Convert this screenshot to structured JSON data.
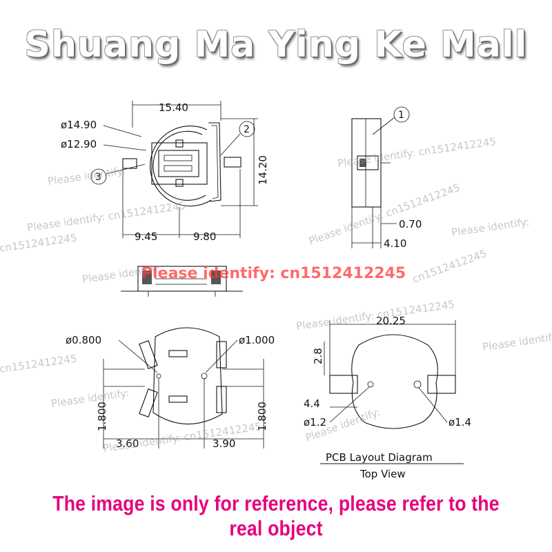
{
  "banner": {
    "title": "Shuang Ma Ying Ke Mall"
  },
  "footer": {
    "notice": "The image is only for reference, please refer to the real object"
  },
  "top_view": {
    "d_outer": "ø14.90",
    "d_inner": "ø12.90",
    "width": "15.40",
    "height": "14.20",
    "left_offset": "9.45",
    "right_offset": "9.80",
    "callout_1": "1",
    "callout_2": "2",
    "callout_3": "3"
  },
  "side_view": {
    "thickness": "0.70",
    "depth": "4.10"
  },
  "bottom_view": {
    "hole_small": "ø0.800",
    "hole_large": "ø1.000",
    "left_vert": "1.800",
    "right_vert": "1.800",
    "left_horiz": "3.60",
    "right_horiz": "3.90"
  },
  "pcb_layout": {
    "span": "20.25",
    "pad_height": "2.8",
    "pad_width": "4.4",
    "hole_left": "ø1.2",
    "hole_right": "ø1.4",
    "caption": "PCB Layout Diagram",
    "subcaption": "Top View"
  },
  "watermark": {
    "text_a": "Please identify:",
    "text_b": "cn1512412245",
    "text_full": "Please identify: cn1512412245",
    "text_red": "Please identify: cn1512412245",
    "color": "#9a9a9a",
    "red_color": "#ff3a3a"
  },
  "colors": {
    "banner_text": "#ffffff",
    "footer_text": "#e6007e",
    "line": "#111111"
  }
}
